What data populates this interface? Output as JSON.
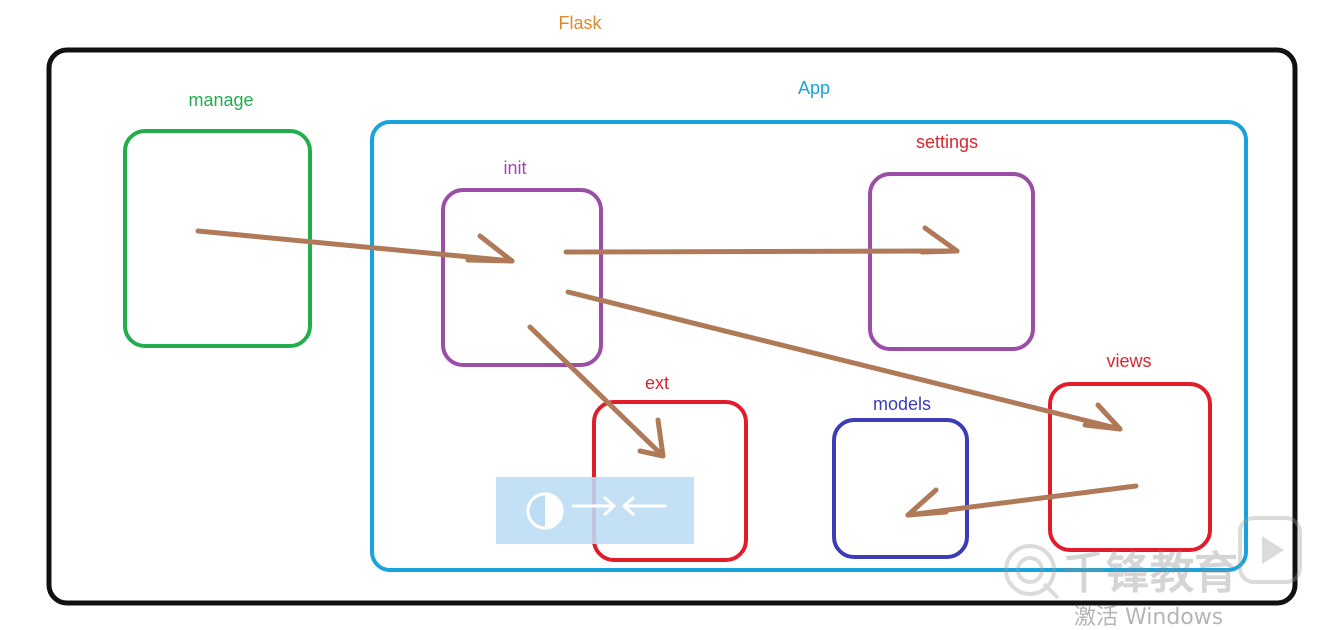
{
  "title": "Flask",
  "app_label": "App",
  "modules": {
    "manage": "manage",
    "init": "init",
    "settings": "settings",
    "ext": "ext",
    "models": "models",
    "views": "views"
  },
  "colors": {
    "title": "#e08a2e",
    "outer_border": "#111111",
    "app": "#19a2dc",
    "manage": "#23ae4e",
    "init": "#9a4ea5",
    "settings": "#9a4ea5",
    "settings_label": "#d9252e",
    "ext": "#e21d2b",
    "models": "#3a3db6",
    "views": "#e21d2b",
    "arrow": "#b07a58",
    "overlay": "#bcdcf4"
  },
  "icons": {
    "overlay": [
      "contrast-icon",
      "arrow-right-icon",
      "arrow-left-icon"
    ],
    "watermark": [
      "qianfeng-logo-icon",
      "play-icon"
    ]
  },
  "watermark": {
    "logo_text": "千锋教育",
    "activate_text": "激活 Windows"
  }
}
